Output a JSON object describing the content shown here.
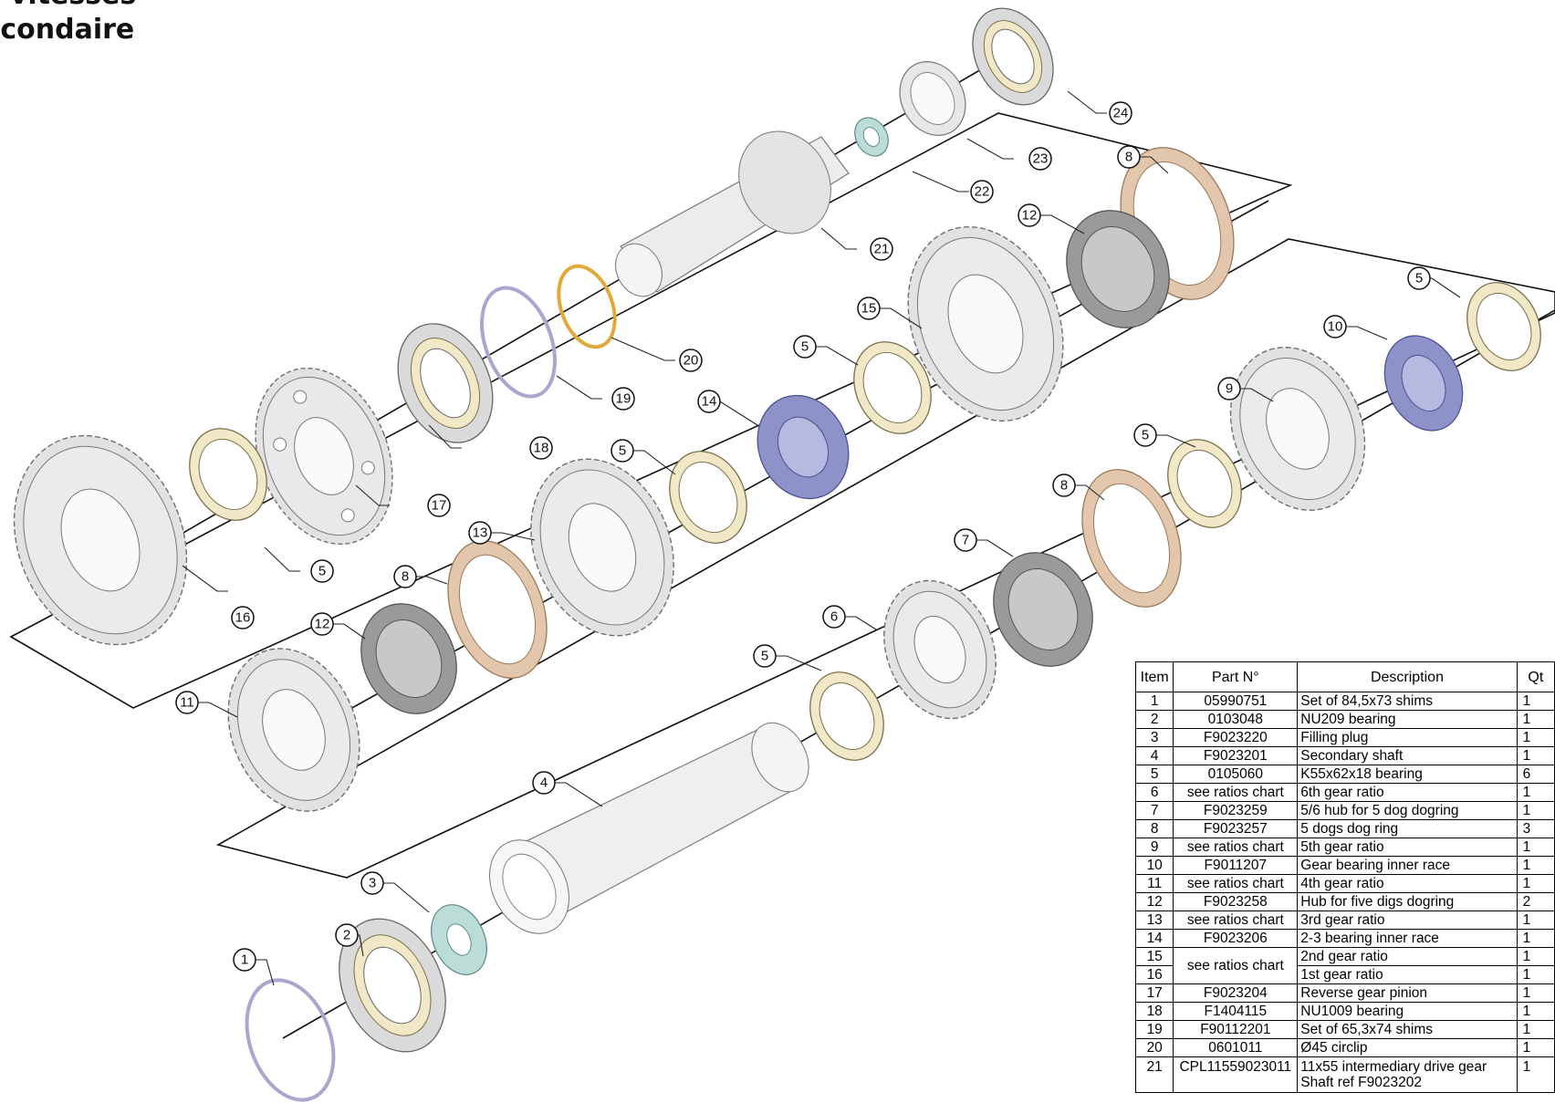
{
  "header": {
    "title_line1": "e vitesses",
    "title_line2": "econdaire"
  },
  "table": {
    "headers": {
      "item": "Item",
      "part": "Part N°",
      "desc": "Description",
      "qty": "Qt"
    },
    "rows": [
      {
        "item": "1",
        "part": "05990751",
        "desc": "Set of 84,5x73 shims",
        "qty": "1"
      },
      {
        "item": "2",
        "part": "0103048",
        "desc": "NU209 bearing",
        "qty": "1"
      },
      {
        "item": "3",
        "part": "F9023220",
        "desc": "Filling plug",
        "qty": "1"
      },
      {
        "item": "4",
        "part": "F9023201",
        "desc": "Secondary shaft",
        "qty": "1"
      },
      {
        "item": "5",
        "part": "0105060",
        "desc": "K55x62x18 bearing",
        "qty": "6"
      },
      {
        "item": "6",
        "part": "see ratios chart",
        "desc": "6th gear ratio",
        "qty": "1"
      },
      {
        "item": "7",
        "part": "F9023259",
        "desc": "5/6 hub for 5 dog dogring",
        "qty": "1"
      },
      {
        "item": "8",
        "part": "F9023257",
        "desc": "5 dogs dog ring",
        "qty": "3"
      },
      {
        "item": "9",
        "part": "see ratios chart",
        "desc": "5th gear ratio",
        "qty": "1"
      },
      {
        "item": "10",
        "part": "F9011207",
        "desc": "Gear bearing inner race",
        "qty": "1"
      },
      {
        "item": "11",
        "part": "see ratios chart",
        "desc": "4th gear ratio",
        "qty": "1"
      },
      {
        "item": "12",
        "part": "F9023258",
        "desc": "Hub for five digs dogring",
        "qty": "2"
      },
      {
        "item": "13",
        "part": "see ratios chart",
        "desc": "3rd gear ratio",
        "qty": "1"
      },
      {
        "item": "14",
        "part": "F9023206",
        "desc": "2-3 bearing inner race",
        "qty": "1"
      },
      {
        "item": "15",
        "part": "see ratios chart",
        "desc": "2nd gear ratio",
        "qty": "1"
      },
      {
        "item": "16",
        "part": "",
        "desc": "1st gear ratio",
        "qty": "1"
      },
      {
        "item": "17",
        "part": "F9023204",
        "desc": "Reverse gear pinion",
        "qty": "1"
      },
      {
        "item": "18",
        "part": "F1404115",
        "desc": "NU1009 bearing",
        "qty": "1"
      },
      {
        "item": "19",
        "part": "F90112201",
        "desc": "Set of 65,3x74 shims",
        "qty": "1"
      },
      {
        "item": "20",
        "part": "0601011",
        "desc": "Ø45 circlip",
        "qty": "1"
      },
      {
        "item": "21",
        "part": "CPL11559023011",
        "desc": "11x55 intermediary drive gear",
        "desc2": "Shaft ref F9023202",
        "qty": "1"
      }
    ]
  },
  "callouts": [
    "1",
    "2",
    "3",
    "4",
    "5",
    "5",
    "5",
    "5",
    "5",
    "6",
    "7",
    "8",
    "8",
    "8",
    "9",
    "10",
    "11",
    "12",
    "12",
    "13",
    "14",
    "15",
    "16",
    "17",
    "18",
    "19",
    "20",
    "21",
    "22",
    "23",
    "24"
  ],
  "colors": {
    "gear_fill": "#e2e2e2",
    "bearing_tan": "#f1e8c8",
    "dogring": "#e2c7ad",
    "hub_dark": "#9a9a9a",
    "race_purple": "#8d92c9",
    "shim_lavender": "#a9a6cf",
    "circlip": "#e0a93a",
    "plug_teal": "#bcdcd8"
  },
  "icons": [
    "gear-icon",
    "bearing-icon",
    "dog-ring-icon",
    "hub-icon",
    "shaft-icon",
    "shim-icon",
    "circlip-icon"
  ]
}
